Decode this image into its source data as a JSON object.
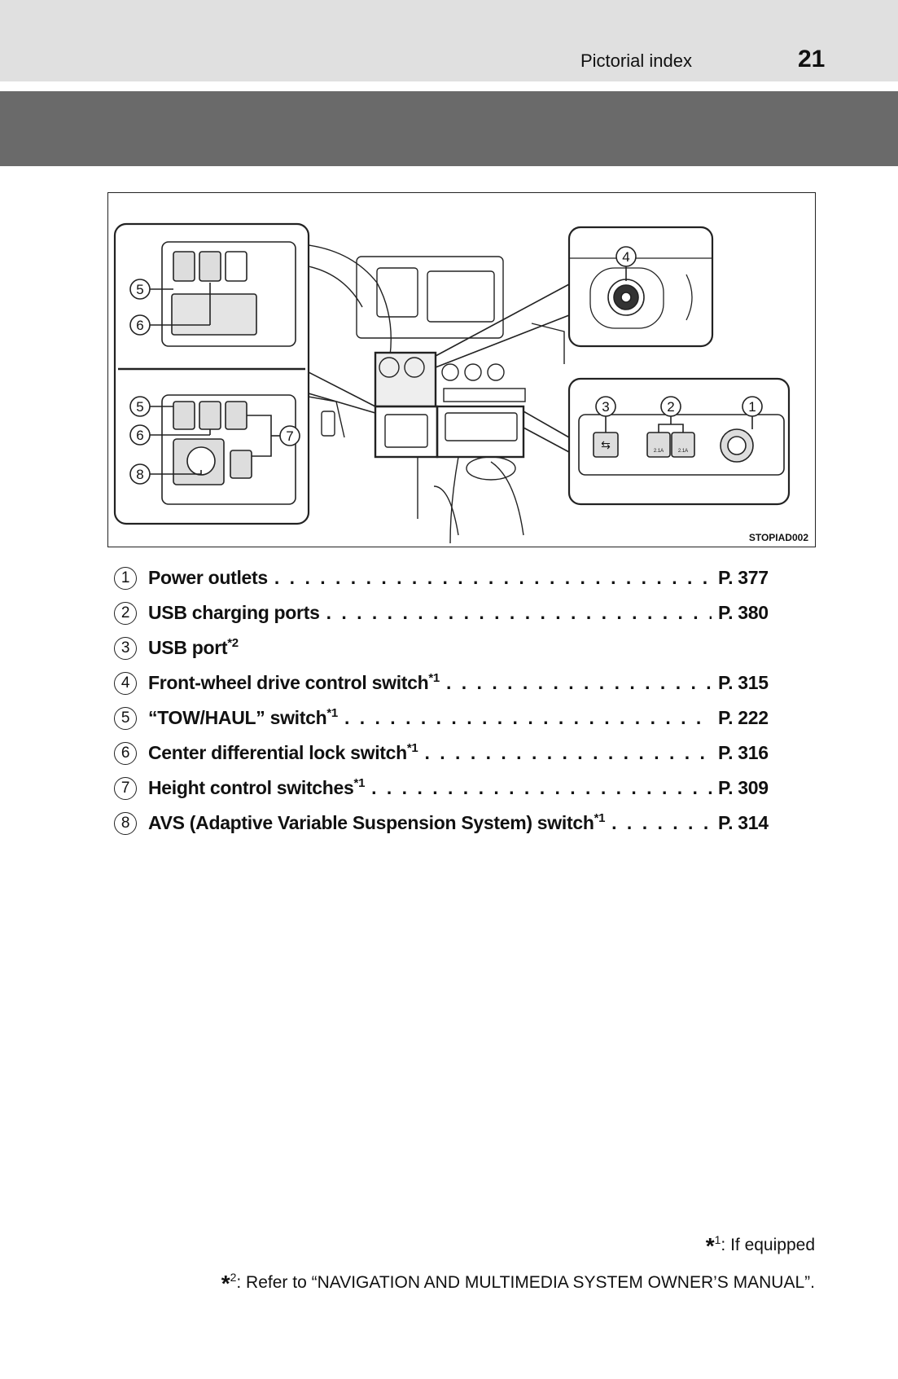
{
  "header": {
    "section": "Pictorial index",
    "page_number": "21"
  },
  "figure": {
    "code": "STOPIAD002",
    "callouts": [
      "1",
      "2",
      "3",
      "4",
      "5",
      "6",
      "7",
      "8"
    ],
    "usb_rating": "2.1A"
  },
  "items": [
    {
      "num": "1",
      "label": "Power outlets",
      "sup": "",
      "page": "P. 377"
    },
    {
      "num": "2",
      "label": "USB charging ports",
      "sup": "",
      "page": "P. 380"
    },
    {
      "num": "3",
      "label": "USB port",
      "sup": "*2",
      "page": ""
    },
    {
      "num": "4",
      "label": "Front-wheel drive control switch",
      "sup": "*1",
      "page": "P. 315"
    },
    {
      "num": "5",
      "label": "“TOW/HAUL” switch",
      "sup": "*1",
      "page": "P. 222"
    },
    {
      "num": "6",
      "label": "Center differential lock switch",
      "sup": "*1",
      "page": "P. 316"
    },
    {
      "num": "7",
      "label": "Height control switches",
      "sup": "*1",
      "page": "P. 309"
    },
    {
      "num": "8",
      "label": "AVS (Adaptive Variable Suspension System) switch",
      "sup": "*1",
      "page": "P. 314"
    }
  ],
  "footnotes": [
    {
      "mark": "*",
      "num": "1",
      "text": ": If equipped"
    },
    {
      "mark": "*",
      "num": "2",
      "text": ": Refer to “NAVIGATION AND MULTIMEDIA SYSTEM OWNER’S MANUAL”."
    }
  ]
}
